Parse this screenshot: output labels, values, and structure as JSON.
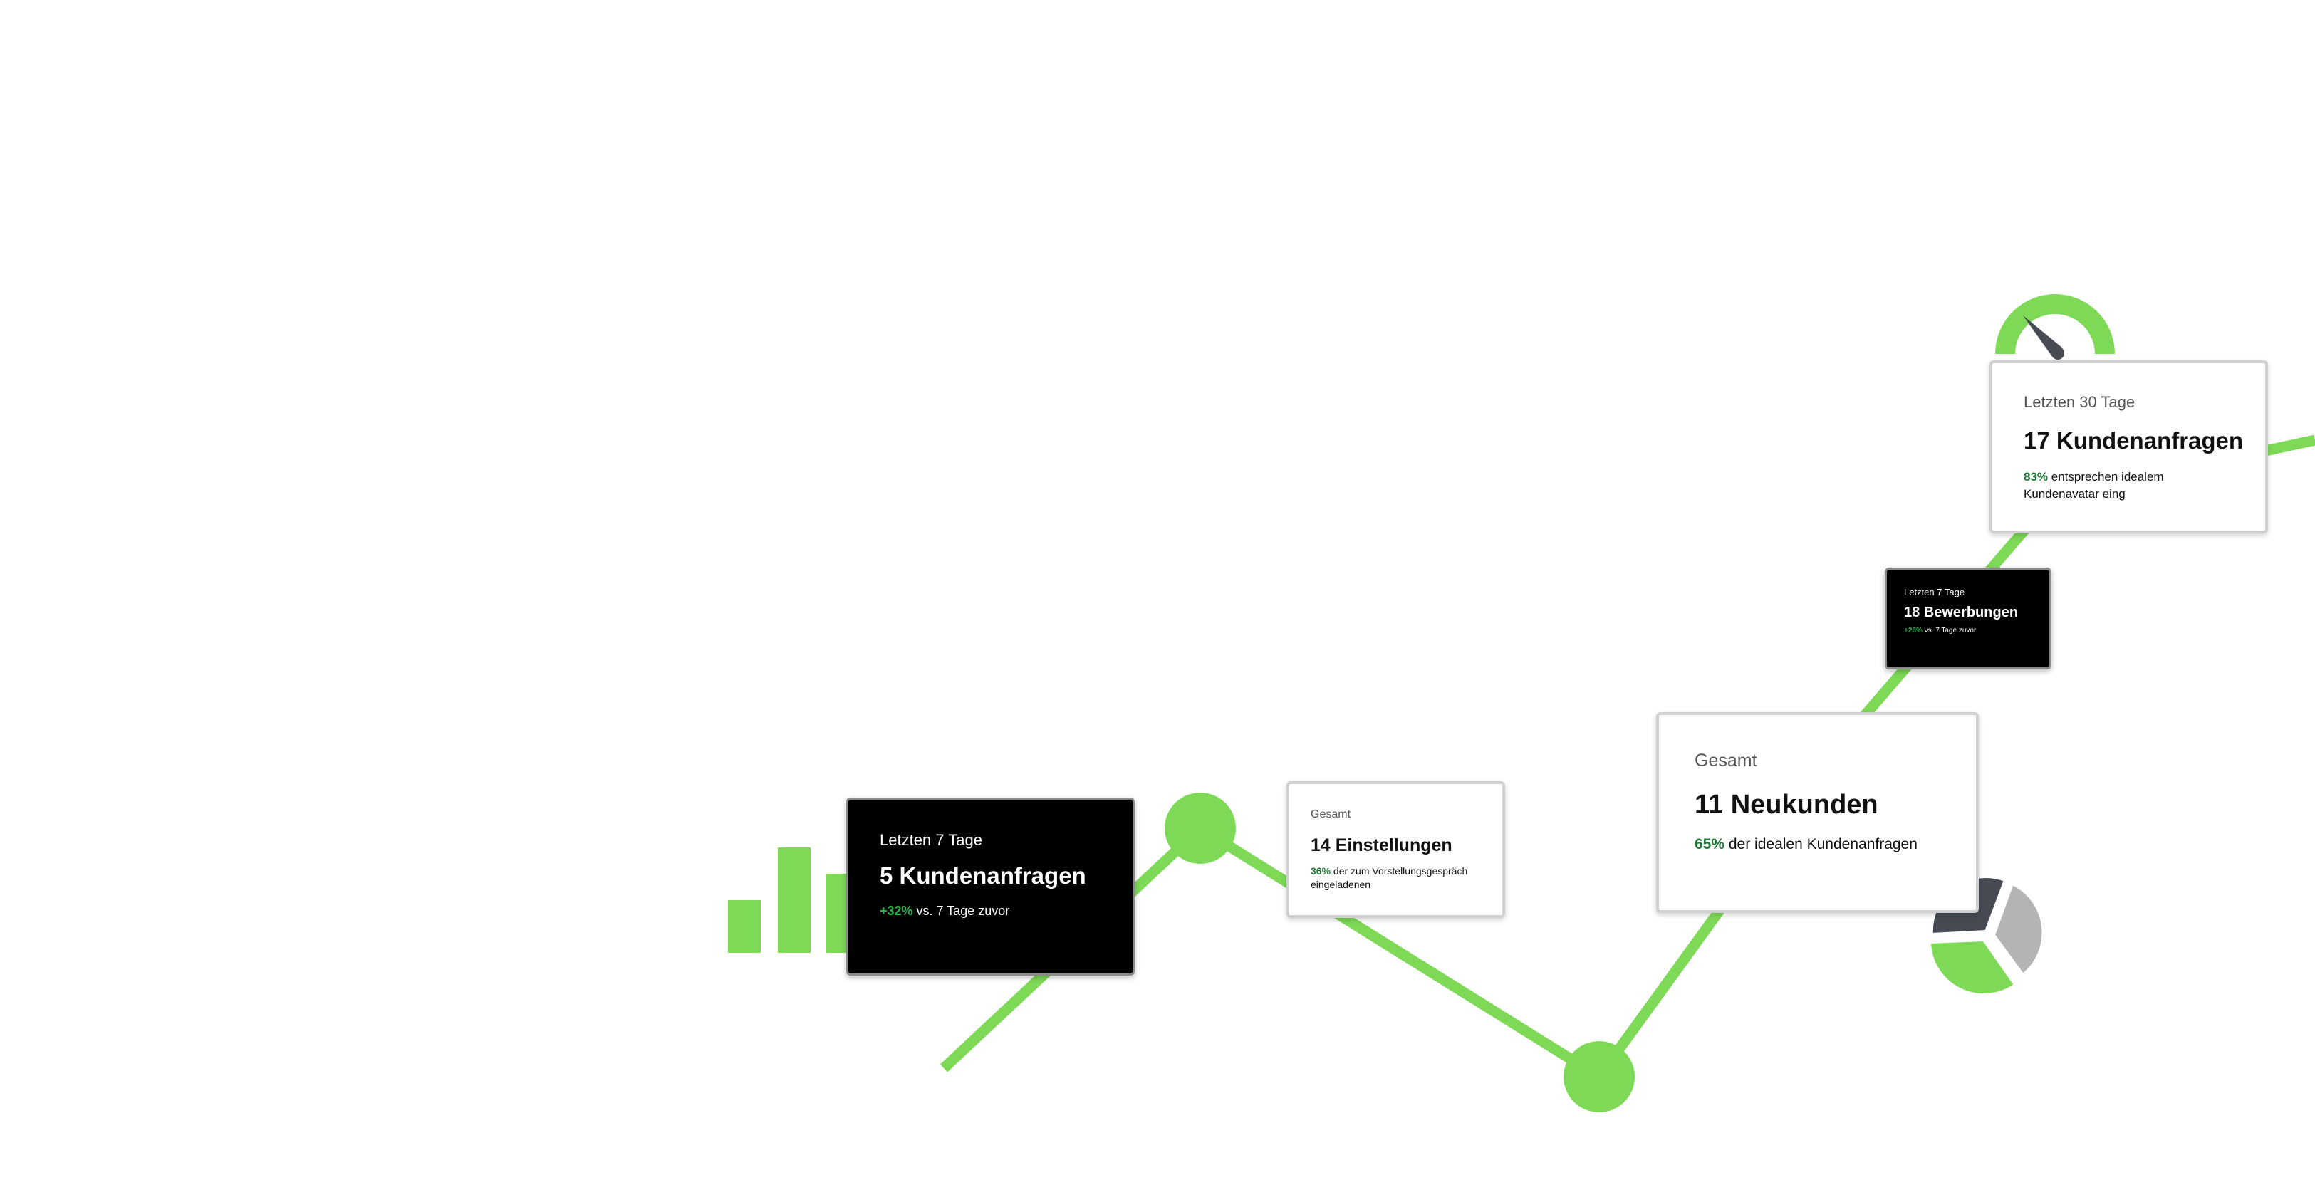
{
  "colors": {
    "accent_green": "#7ed957",
    "dark_slate": "#464b53",
    "neutral_gray": "#b4b4b4",
    "text_green": "#1f7a37",
    "card_dark": "#000000",
    "card_light": "#ffffff"
  },
  "icons": {
    "bars": "bar-chart-icon",
    "gauge": "speedometer-gauge-icon",
    "pie": "pie-chart-icon"
  },
  "cards": [
    {
      "theme": "dark",
      "label": "Letzten 7 Tage",
      "headline": "5 Kundenanfragen",
      "percent": "+32%",
      "text": " vs. 7 Tage zuvor"
    },
    {
      "theme": "light",
      "label": "Gesamt",
      "headline": "14 Einstellungen",
      "percent": "36%",
      "text": " der zum Vorstellungsgespräch eingeladenen"
    },
    {
      "theme": "light",
      "label": "Gesamt",
      "headline": "11 Neukunden",
      "percent": "65%",
      "text": " der idealen Kundenanfragen"
    },
    {
      "theme": "dark",
      "label": "Letzten 7 Tage",
      "headline": "18 Bewerbungen",
      "percent": "+26%",
      "text": " vs. 7 Tage zuvor"
    },
    {
      "theme": "light",
      "label": "Letzten 30 Tage",
      "headline": "17 Kundenanfragen",
      "percent": "83%",
      "text": " entsprechen idealem Kundenavatar eing"
    }
  ]
}
